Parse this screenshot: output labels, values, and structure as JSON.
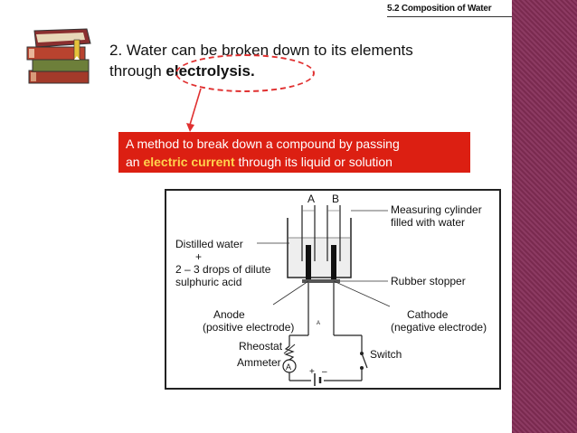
{
  "header": {
    "section_label": "5.2 Composition of Water"
  },
  "point": {
    "line1": "2. Water can be broken down to its elements",
    "line2_prefix": "through ",
    "line2_keyword": "electrolysis."
  },
  "definition": {
    "line1": "A method to break down a compound by passing",
    "line2_prefix": "an ",
    "keyword": "electric current",
    "line2_suffix": " through its liquid or solution"
  },
  "diagram": {
    "label_a": "A",
    "label_b": "B",
    "measuring_cylinder": [
      "Measuring cylinder",
      "filled with water"
    ],
    "distilled_water": "Distilled water",
    "plus": "+",
    "drops": "2 – 3 drops of dilute",
    "acid": "sulphuric acid",
    "rubber_stopper": "Rubber stopper",
    "anode": [
      "Anode",
      "(positive electrode)"
    ],
    "cathode": [
      "Cathode",
      "(negative electrode)"
    ],
    "rheostat": "Rheostat",
    "ammeter": "Ammeter",
    "switch": "Switch",
    "ammeter_symbol": "A",
    "battery_plus": "+",
    "battery_minus": "–",
    "small_a": "A"
  },
  "colors": {
    "definition_bg": "#dc1f12",
    "keyword": "#ffd34d",
    "ellipse": "#e03030",
    "side_bar": "#7a2a4f"
  }
}
